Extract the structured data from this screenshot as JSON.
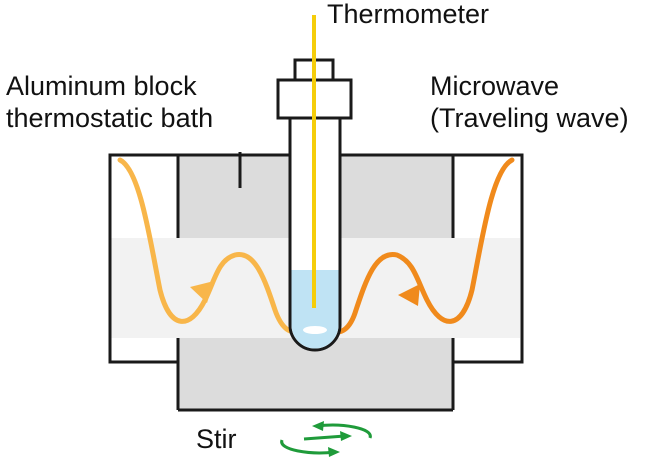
{
  "labels": {
    "thermometer": "Thermometer",
    "bath_line1": "Aluminum block",
    "bath_line2": "thermostatic bath",
    "microwave_line1": "Microwave",
    "microwave_line2": "(Traveling wave)",
    "stir": "Stir"
  },
  "colors": {
    "wave_left": "#F8B64A",
    "wave_right": "#F08A1C",
    "thermometer": "#F5CD0A",
    "liquid": "#BFE3F4",
    "block": "#DCDCDC",
    "microwave_band": "#F2F2F2",
    "stir_arrows": "#1F9B3A",
    "outline": "#1a1a1a"
  }
}
